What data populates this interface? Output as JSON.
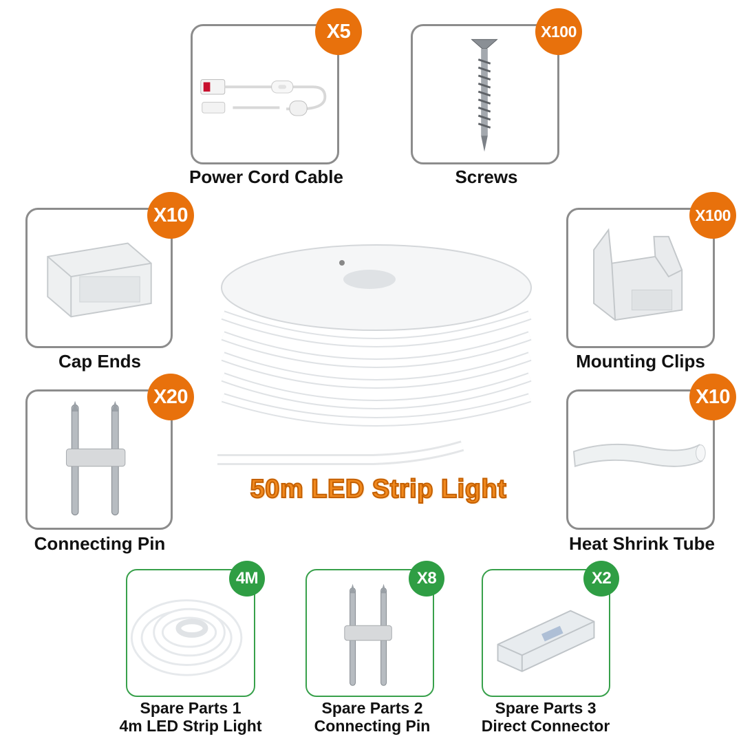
{
  "main_product": {
    "title": "50m LED Strip Light"
  },
  "items": {
    "power_cord": {
      "label": "Power Cord Cable",
      "quantity": "X5"
    },
    "screws": {
      "label": "Screws",
      "quantity": "X100"
    },
    "cap_ends": {
      "label": "Cap Ends",
      "quantity": "X10"
    },
    "mounting_clips": {
      "label": "Mounting Clips",
      "quantity": "X100"
    },
    "connecting_pin": {
      "label": "Connecting Pin",
      "quantity": "X20"
    },
    "heat_shrink": {
      "label": "Heat Shrink Tube",
      "quantity": "X10"
    }
  },
  "spare_parts": [
    {
      "line1": "Spare Parts 1",
      "line2": "4m LED Strip Light",
      "quantity": "4M"
    },
    {
      "line1": "Spare Parts 2",
      "line2": "Connecting Pin",
      "quantity": "X8"
    },
    {
      "line1": "Spare Parts 3",
      "line2": "Direct Connector",
      "quantity": "X2"
    }
  ],
  "colors": {
    "badge_orange": "#e8710c",
    "badge_green": "#2f9e44",
    "card_border_gray": "#8c8c8c",
    "card_border_green": "#37a04a",
    "title_orange": "#f0891e"
  }
}
